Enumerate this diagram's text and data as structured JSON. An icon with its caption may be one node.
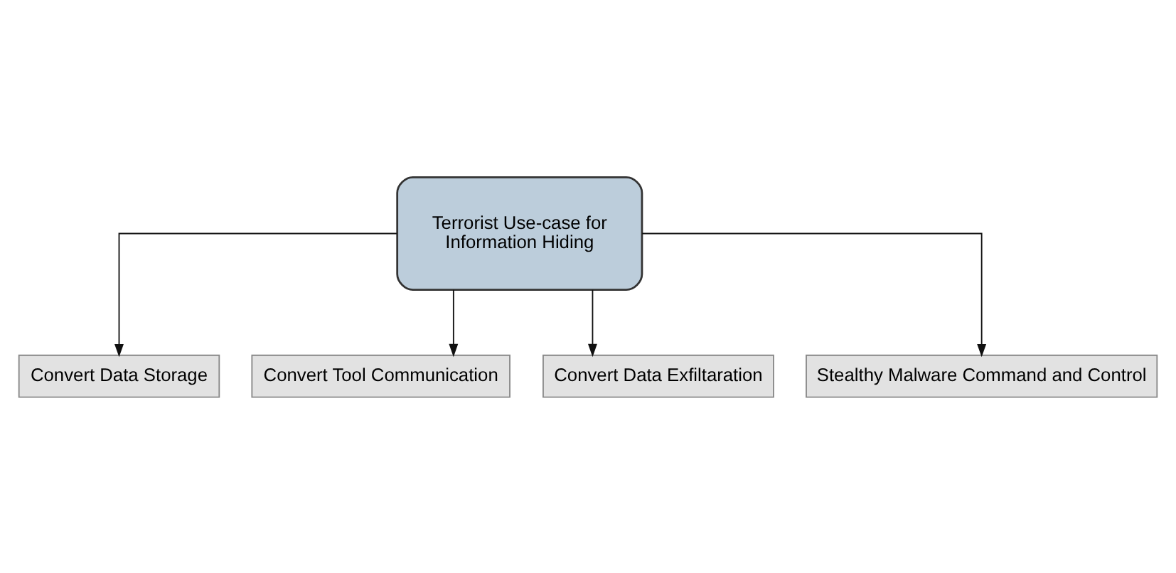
{
  "diagram": {
    "nodes": [
      {
        "text": [
          "Terrorist Use-case for Information Hiding"
        ]
      },
      {
        "text": [
          "Convert Data Storage"
        ]
      },
      {
        "text": [
          "Convert Tool Communication"
        ]
      },
      {
        "text": [
          "Convert Data Exfiltaration"
        ]
      },
      {
        "text": [
          "Stealthy Malware Command and Control"
        ]
      }
    ],
    "edges": [
      {
        "from": 0,
        "to": 1,
        "arrow": "to"
      },
      {
        "from": 0,
        "to": 2,
        "arrow": "to"
      },
      {
        "from": 0,
        "to": 3,
        "arrow": "to"
      },
      {
        "from": 0,
        "to": 4,
        "arrow": "to"
      }
    ]
  }
}
